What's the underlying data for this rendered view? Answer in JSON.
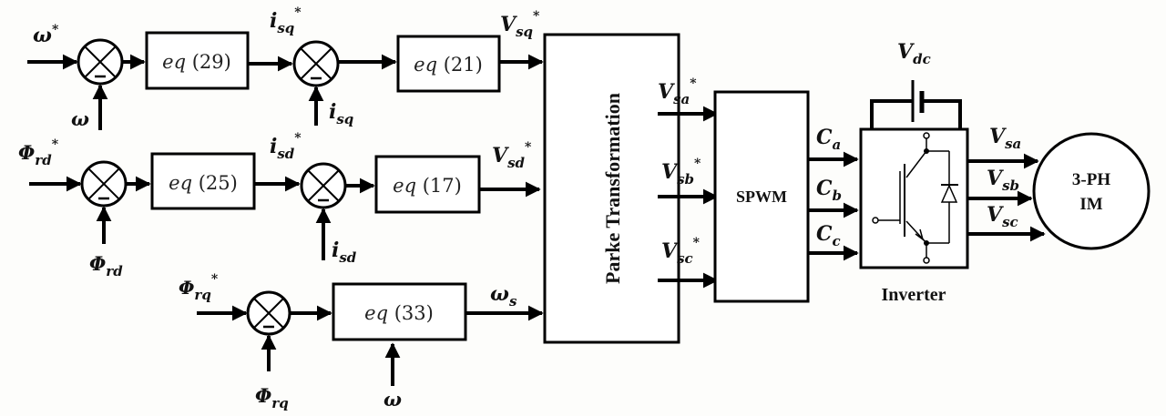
{
  "diagram": {
    "type": "block-diagram",
    "title": "",
    "inputs": {
      "omega_ref": "ω",
      "omega_ref_star": "*",
      "omega_fb": "ω",
      "phi_rd_ref": "Φ",
      "phi_rd_ref_sub": "rd",
      "phi_rd_ref_star": "*",
      "phi_rd_fb": "Φ",
      "phi_rd_fb_sub": "rd",
      "phi_rq_ref": "Φ",
      "phi_rq_ref_sub": "rq",
      "phi_rq_ref_star": "*",
      "phi_rq_fb": "Φ",
      "phi_rq_fb_sub": "rq",
      "omega_eq33": "ω"
    },
    "signals": {
      "isq_ref": "i",
      "isq_ref_sub": "sq",
      "isq_ref_star": "*",
      "isq_fb": "i",
      "isq_fb_sub": "sq",
      "isd_ref": "i",
      "isd_ref_sub": "sd",
      "isd_ref_star": "*",
      "isd_fb": "i",
      "isd_fb_sub": "sd",
      "vsq_ref": "V",
      "vsq_ref_sub": "sq",
      "vsq_ref_star": "*",
      "vsd_ref": "V",
      "vsd_ref_sub": "sd",
      "vsd_ref_star": "*",
      "omega_s": "ω",
      "omega_s_sub": "s",
      "vsa_ref": "V",
      "vsa_ref_sub": "sa",
      "vsa_ref_star": "*",
      "vsb_ref": "V",
      "vsb_ref_sub": "sb",
      "vsb_ref_star": "*",
      "vsc_ref": "V",
      "vsc_ref_sub": "sc",
      "vsc_ref_star": "*",
      "ca": "C",
      "ca_sub": "a",
      "cb": "C",
      "cb_sub": "b",
      "cc": "C",
      "cc_sub": "c",
      "vdc": "V",
      "vdc_sub": "dc",
      "vsa": "V",
      "vsa_sub": "sa",
      "vsb": "V",
      "vsb_sub": "sb",
      "vsc": "V",
      "vsc_sub": "sc"
    },
    "summing_junction_sign": "−",
    "blocks": {
      "eq29": {
        "prefix": "eq",
        "num": "(29)"
      },
      "eq21": {
        "prefix": "eq",
        "num": "(21)"
      },
      "eq25": {
        "prefix": "eq",
        "num": "(25)"
      },
      "eq17": {
        "prefix": "eq",
        "num": "(17)"
      },
      "eq33": {
        "prefix": "eq",
        "num": "(33)"
      },
      "parke": "Parke Transformation",
      "spwm": "SPWM",
      "inverter": "Inverter",
      "motor_line1": "3-PH",
      "motor_line2": "IM"
    }
  }
}
